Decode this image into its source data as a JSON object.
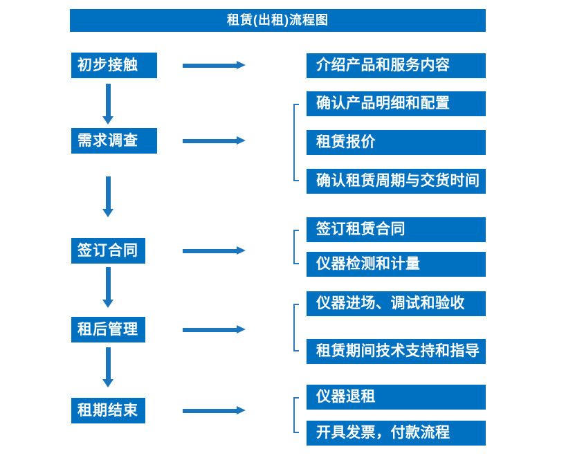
{
  "title": "租赁(出租)流程图",
  "colors": {
    "box_blue": "#0070C0",
    "arrow_blue": "#1B75BC",
    "bracket_blue": "#2E75B6",
    "text_white": "#FFFFFF"
  },
  "flow": {
    "stages": [
      {
        "label": "初步接触",
        "details": [
          "介绍产品和服务内容"
        ]
      },
      {
        "label": "需求调查",
        "details": [
          "确认产品明细和配置",
          "租赁报价",
          "确认租赁周期与交货时间"
        ]
      },
      {
        "label": "签订合同",
        "details": [
          "签订租赁合同",
          "仪器检测和计量"
        ]
      },
      {
        "label": "租后管理",
        "details": [
          "仪器进场、调试和验收",
          "租赁期间技术支持和指导"
        ]
      },
      {
        "label": "租期结束",
        "details": [
          "仪器退租",
          "开具发票，付款流程"
        ]
      }
    ]
  }
}
